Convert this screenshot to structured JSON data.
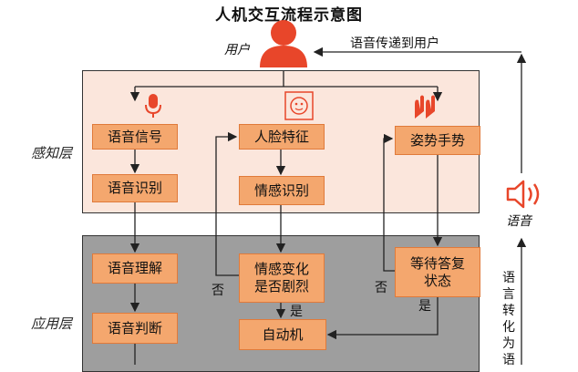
{
  "title": "人机交互流程示意图",
  "user_label": "用户",
  "voice_to_user": "语音传递到用户",
  "layers": {
    "perception": "感知层",
    "application": "应用层"
  },
  "boxes": {
    "voice_signal": "语音信号",
    "face_feature": "人脸特征",
    "posture_gesture": "姿势手势",
    "speech_recognition": "语音识别",
    "emotion_recognition": "情感识别",
    "speech_understanding": "语音理解",
    "emotion_change": "情感变化\n是否剧烈",
    "wait_reply": "等待答复\n状态",
    "speech_judgment": "语音判断",
    "automaton": "自动机"
  },
  "labels": {
    "no_left": "否",
    "yes_mid": "是",
    "no_right": "否",
    "yes_right": "是"
  },
  "speech_label": "语音",
  "speech_convert": [
    "语",
    "言",
    "转",
    "化",
    "为",
    "语"
  ],
  "colors": {
    "accent": "#e8462a",
    "box": "#f4a76e",
    "panel_top": "#fbe6dc",
    "panel_bottom": "#9e9e9e"
  }
}
